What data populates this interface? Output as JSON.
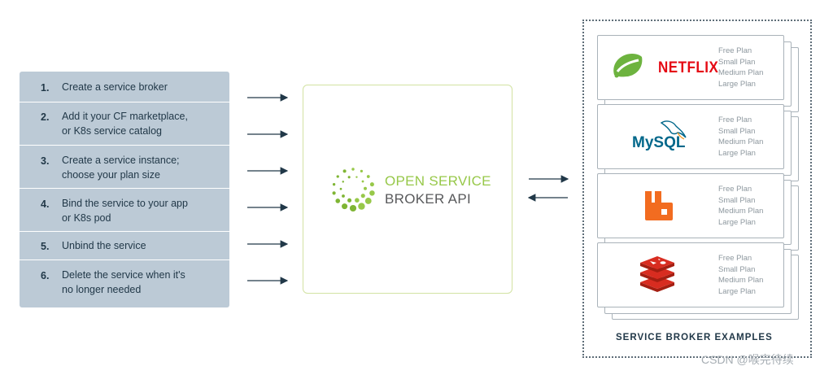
{
  "steps": [
    {
      "num": "1.",
      "text": "Create a service broker"
    },
    {
      "num": "2.",
      "text": "Add it your CF marketplace,\nor K8s service catalog"
    },
    {
      "num": "3.",
      "text": "Create a service instance;\nchoose your plan size"
    },
    {
      "num": "4.",
      "text": "Bind the service to your app\nor K8s pod"
    },
    {
      "num": "5.",
      "text": "Unbind the service"
    },
    {
      "num": "6.",
      "text": "Delete the service when it's\nno longer needed"
    }
  ],
  "api": {
    "line1": "OPEN SERVICE",
    "line2": "BROKER API"
  },
  "examples": {
    "caption": "SERVICE BROKER EXAMPLES",
    "cards": [
      {
        "name": "Spring / Netflix",
        "logo_text": "NETFLIX",
        "plans": [
          "Free Plan",
          "Small Plan",
          "Medium Plan",
          "Large Plan"
        ]
      },
      {
        "name": "MySQL",
        "logo_text": "MySQL",
        "plans": [
          "Free Plan",
          "Small Plan",
          "Medium Plan",
          "Large Plan"
        ]
      },
      {
        "name": "RabbitMQ",
        "plans": [
          "Free Plan",
          "Small Plan",
          "Medium Plan",
          "Large Plan"
        ]
      },
      {
        "name": "Redis",
        "plans": [
          "Free Plan",
          "Small Plan",
          "Medium Plan",
          "Large Plan"
        ]
      }
    ]
  },
  "colors": {
    "panel": "#bccad6",
    "text_dark": "#213848",
    "api_green": "#97c849",
    "api_gray": "#58595b",
    "arrow": "#213848"
  },
  "watermark": "CSDN @喉完待续"
}
